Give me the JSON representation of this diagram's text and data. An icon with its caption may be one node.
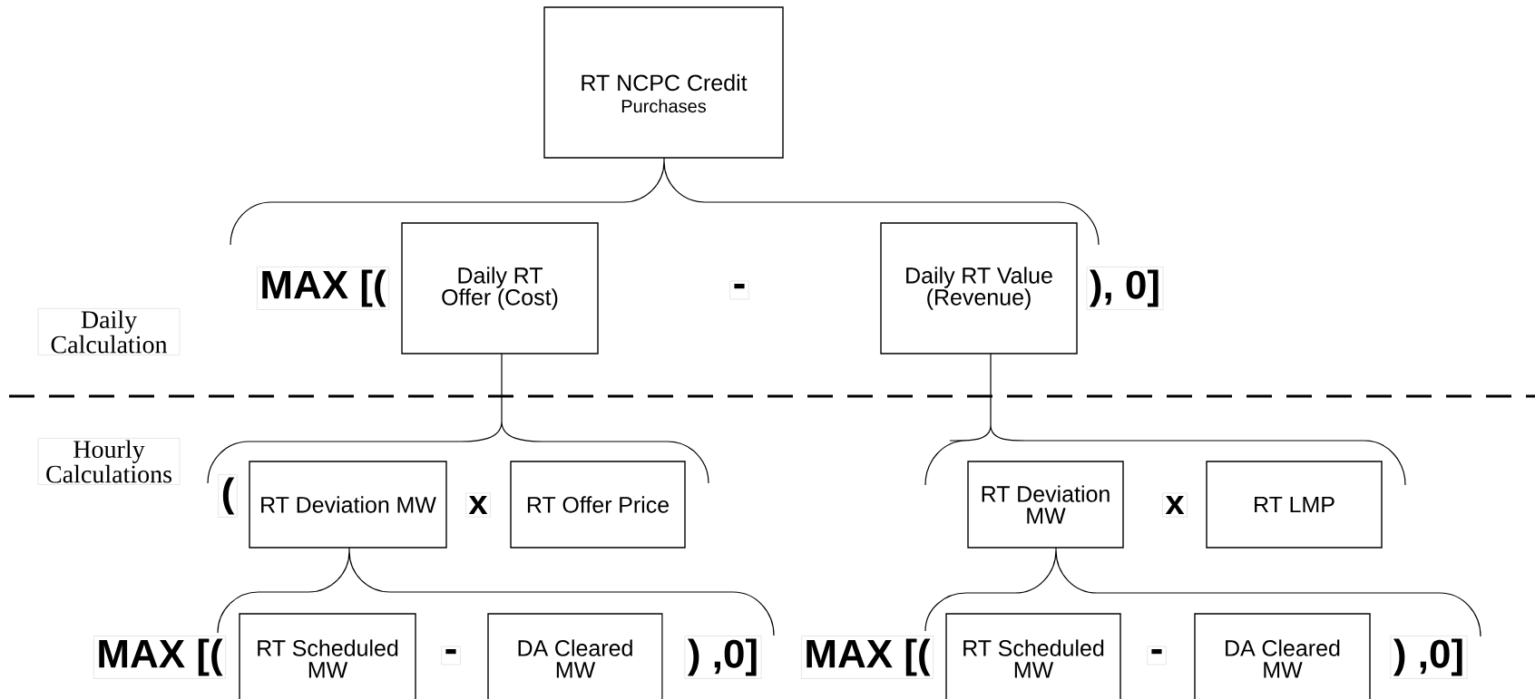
{
  "diagram": {
    "nodes": [
      {
        "text": [
          "RT NCPC Credit",
          "Purchases"
        ]
      },
      {
        "text": [
          "Daily RT Offer (Cost)"
        ]
      },
      {
        "text": [
          "Daily RT Value (Revenue)"
        ]
      },
      {
        "text": [
          "RT Deviation MW"
        ]
      },
      {
        "text": [
          "RT Offer Price"
        ]
      },
      {
        "text": [
          "RT Deviation MW"
        ]
      },
      {
        "text": [
          "RT LMP"
        ]
      },
      {
        "text": [
          "RT Scheduled MW"
        ]
      },
      {
        "text": [
          "DA Cleared MW"
        ]
      },
      {
        "text": [
          "RT Scheduled MW"
        ]
      },
      {
        "text": [
          "DA Cleared MW"
        ]
      }
    ],
    "labels": [
      "MAX [(",
      "-",
      "), 0]",
      "Daily Calculation",
      "Hourly Calculations",
      "(",
      "x",
      "x",
      "MAX [(",
      "-",
      ") ,0]",
      "MAX [(",
      "-",
      ") ,0]"
    ]
  }
}
